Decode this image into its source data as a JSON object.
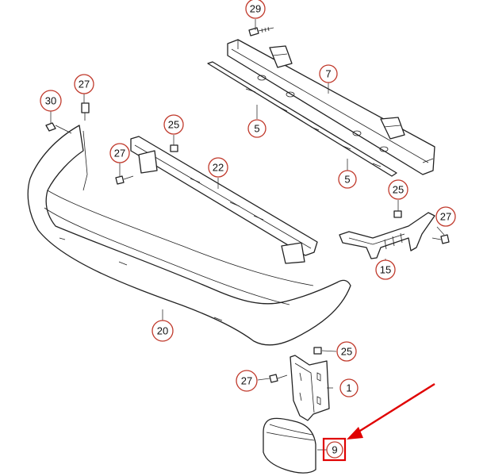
{
  "diagram": {
    "callouts": [
      {
        "id": "c29",
        "label": "29"
      },
      {
        "id": "c7",
        "label": "7"
      },
      {
        "id": "c5a",
        "label": "5"
      },
      {
        "id": "c5b",
        "label": "5"
      },
      {
        "id": "c30",
        "label": "30"
      },
      {
        "id": "c27a",
        "label": "27"
      },
      {
        "id": "c25a",
        "label": "25"
      },
      {
        "id": "c27b",
        "label": "27"
      },
      {
        "id": "c22",
        "label": "22"
      },
      {
        "id": "c25b",
        "label": "25"
      },
      {
        "id": "c27c",
        "label": "27"
      },
      {
        "id": "c15",
        "label": "15"
      },
      {
        "id": "c20",
        "label": "20"
      },
      {
        "id": "c25c",
        "label": "25"
      },
      {
        "id": "c27d",
        "label": "27"
      },
      {
        "id": "c1",
        "label": "1"
      },
      {
        "id": "c9",
        "label": "9"
      }
    ],
    "highlight": {
      "label": "9",
      "color": "#e00000"
    },
    "accent_colors": {
      "callout_ring": "#c0392b",
      "highlight": "#e00000"
    }
  }
}
